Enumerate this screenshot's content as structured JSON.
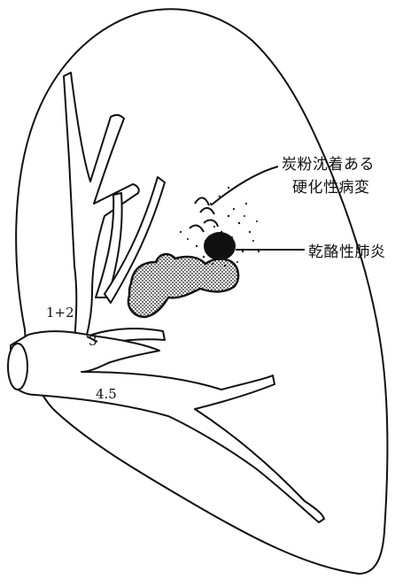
{
  "segments": {
    "seg_1_2": "1+2",
    "seg_3": "3",
    "seg_4_5": "4.5"
  },
  "annotations": {
    "anthracotic_line1": "炭粉沈着ある",
    "anthracotic_line2": "硬化性病変",
    "caseous_pneumonia": "乾酪性肺炎"
  },
  "colors": {
    "ink": "#111111",
    "paper": "#ffffff"
  }
}
